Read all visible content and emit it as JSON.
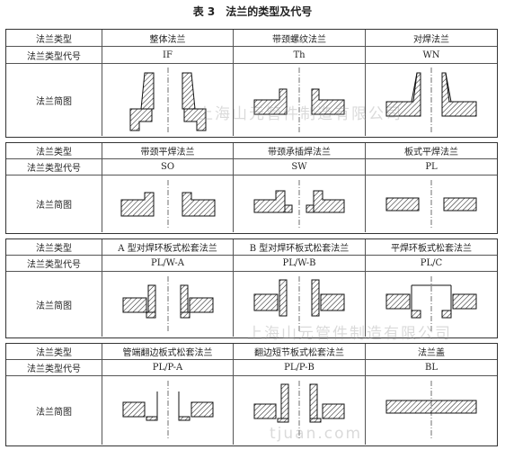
{
  "title": "表 3　法兰的类型及代号",
  "labels": {
    "type": "法兰类型",
    "code": "法兰类型代号",
    "drawing": "法兰简图"
  },
  "groups": [
    {
      "types": [
        {
          "name": "整体法兰",
          "code": "IF",
          "shape": "integral"
        },
        {
          "name": "带颈螺纹法兰",
          "code": "Th",
          "shape": "threaded"
        },
        {
          "name": "对焊法兰",
          "code": "WN",
          "shape": "weldneck"
        }
      ]
    },
    {
      "types": [
        {
          "name": "带颈平焊法兰",
          "code": "SO",
          "shape": "slipon"
        },
        {
          "name": "带颈承插焊法兰",
          "code": "SW",
          "shape": "socket"
        },
        {
          "name": "板式平焊法兰",
          "code": "PL",
          "shape": "plate"
        }
      ]
    },
    {
      "types": [
        {
          "name": "A 型对焊环板式松套法兰",
          "code": "PL/W-A",
          "shape": "lapA"
        },
        {
          "name": "B 型对焊环板式松套法兰",
          "code": "PL/W-B",
          "shape": "lapB"
        },
        {
          "name": "平焊环板式松套法兰",
          "code": "PL/C",
          "shape": "lapC"
        }
      ]
    },
    {
      "types": [
        {
          "name": "管端翻边板式松套法兰",
          "code": "PL/P-A",
          "shape": "flareA"
        },
        {
          "name": "翻边短节板式松套法兰",
          "code": "PL/P-B",
          "shape": "flareB"
        },
        {
          "name": "法兰盖",
          "code": "BL",
          "shape": "blind"
        }
      ]
    }
  ],
  "watermarks": [
    "上海山元管件制造有限公司",
    "上海山元管件制造有限公司",
    "tjuan.com"
  ]
}
